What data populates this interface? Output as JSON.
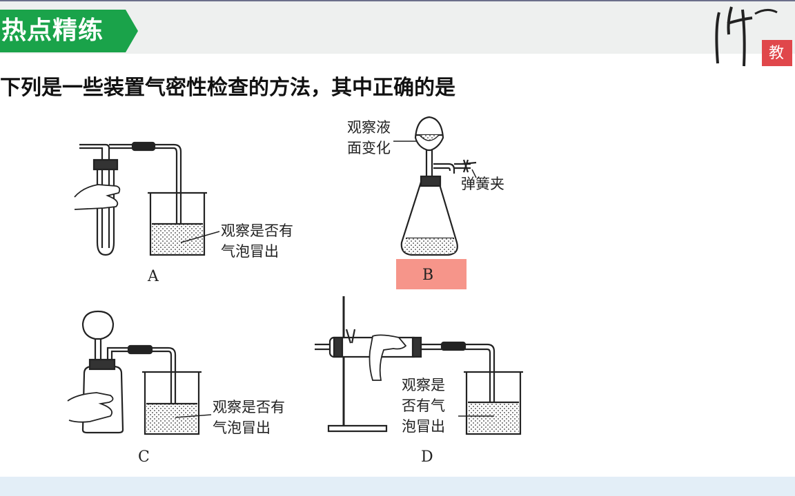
{
  "header": {
    "title": "热点精练",
    "logo_badge": "教",
    "colors": {
      "tag": "#1aa34a",
      "badge": "#e0474b"
    }
  },
  "question": "下列是一些装置气密性检查的方法，其中正确的是",
  "figures": {
    "A": {
      "label": "A",
      "caption": [
        "观察是否有",
        "气泡冒出"
      ]
    },
    "B": {
      "label": "B",
      "caption_top": [
        "观察液",
        "面变化"
      ],
      "caption_side": "弹簧夹",
      "highlighted": true,
      "highlight_color": "#f6958a"
    },
    "C": {
      "label": "C",
      "caption": [
        "观察是否有",
        "气泡冒出"
      ]
    },
    "D": {
      "label": "D",
      "caption": [
        "观察是",
        "否有气",
        "泡冒出"
      ]
    }
  }
}
